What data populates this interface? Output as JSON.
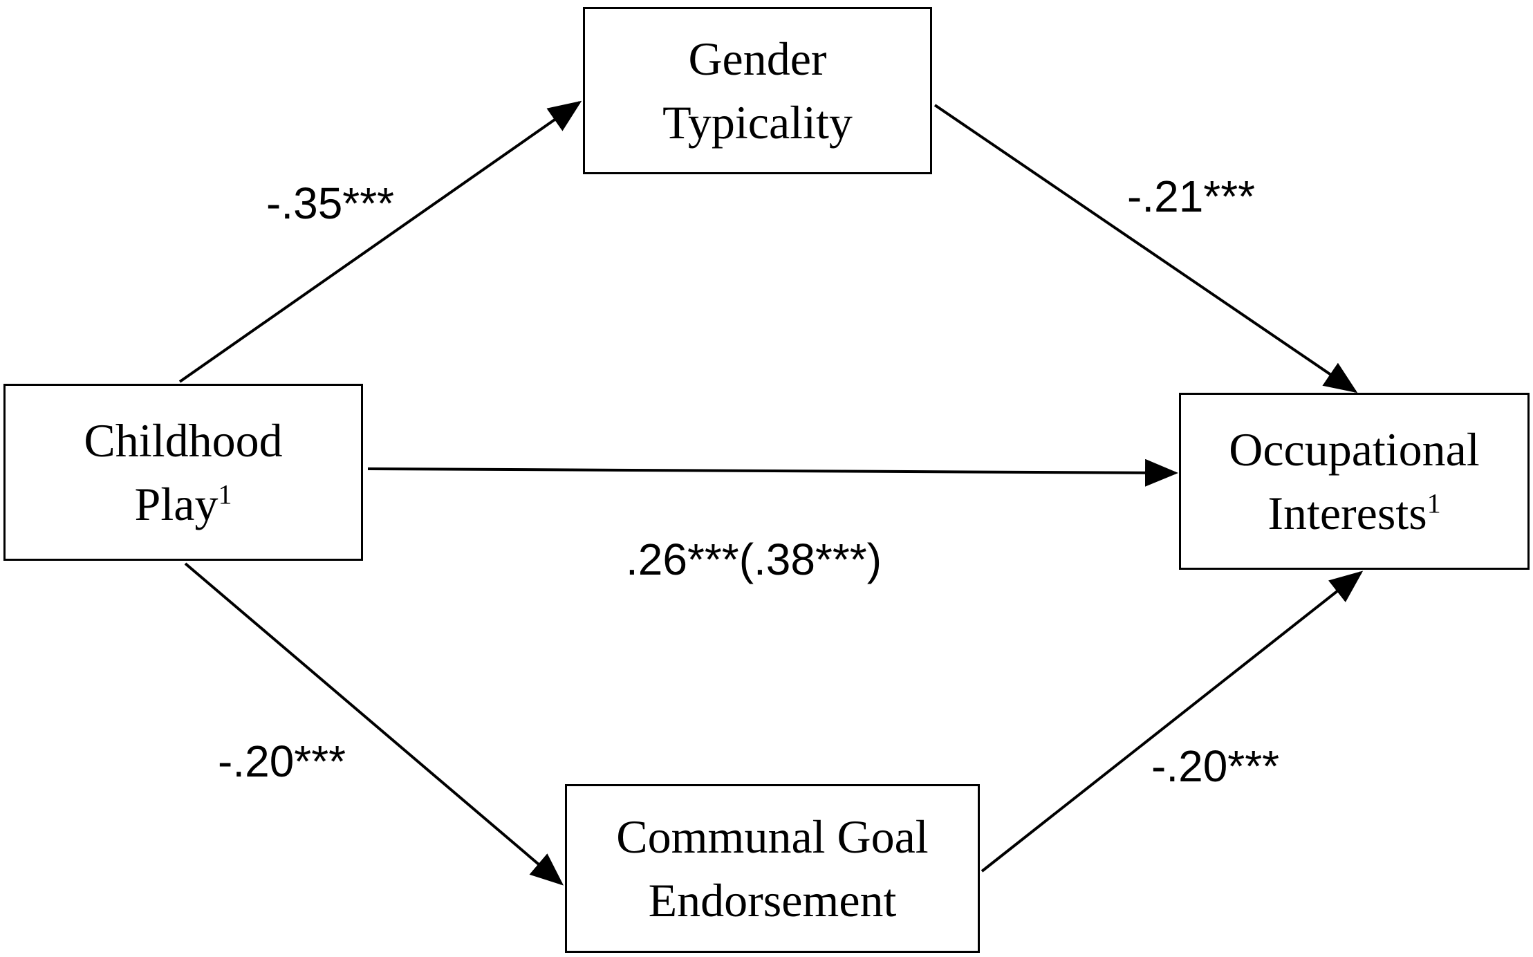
{
  "nodes": {
    "gender_typicality": {
      "line1": "Gender",
      "line2": "Typicality"
    },
    "childhood_play": {
      "line1": "Childhood",
      "line2": "Play",
      "line2_sup": "1"
    },
    "occupational_interests": {
      "line1": "Occupational",
      "line2": "Interests",
      "line2_sup": "1"
    },
    "communal_goal_endorsement": {
      "line1": "Communal Goal",
      "line2": "Endorsement"
    }
  },
  "paths": {
    "play_to_gender": ".35***",
    "gender_to_occupational": ".21***",
    "play_to_occupational": ".26***(.38***)",
    "play_to_communal": ".20***",
    "communal_to_occupational": ".20***"
  },
  "coefficient_signs": {
    "play_to_gender": "-",
    "gender_to_occupational": "-",
    "play_to_occupational": "",
    "play_to_communal": "-",
    "communal_to_occupational": "-"
  },
  "colors": {
    "line": "#000000",
    "background": "#ffffff"
  }
}
